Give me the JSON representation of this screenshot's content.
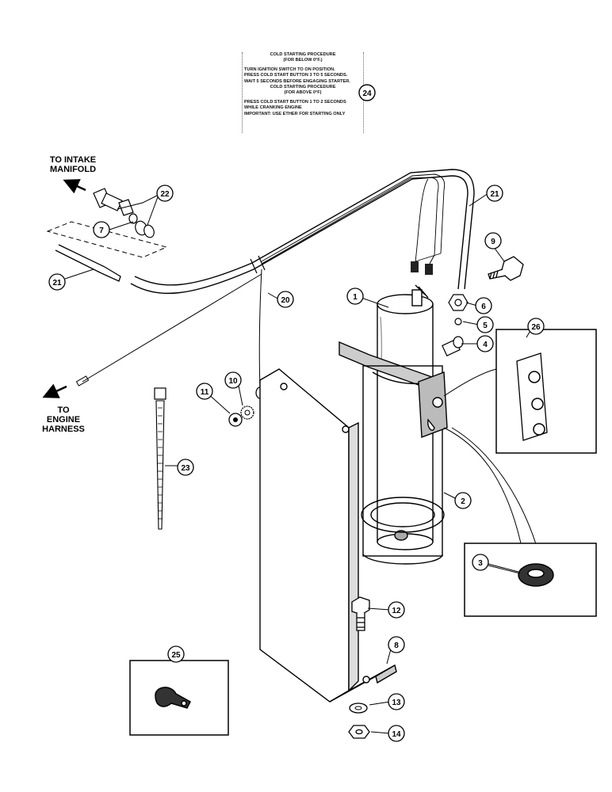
{
  "decal": {
    "line1": "COLD STARTING PROCEDURE",
    "line2": "(FOR BELOW 0°F.)",
    "line3": "TURN IGNITION SWITCH TO ON POSITION.",
    "line4": "PRESS COLD START BUTTON 3 TO 5 SECONDS.",
    "line5": "WAIT 5 SECONDS BEFORE ENGAGING STARTER.",
    "line6": "COLD STARTING PROCEDURE",
    "line7": "(FOR ABOVE 0°F)",
    "line8": "PRESS COLD START BUTTON 1 TO 2 SECONDS",
    "line9": "WHILE CRANKING ENGINE",
    "line10": "IMPORTANT: USE ETHER FOR STARTING ONLY"
  },
  "labels": {
    "to_intake_line1": "TO INTAKE",
    "to_intake_line2": "MANIFOLD",
    "to_engine_line1": "TO",
    "to_engine_line2": "ENGINE",
    "to_engine_line3": "HARNESS"
  },
  "callouts": {
    "c1": "1",
    "c2": "2",
    "c3": "3",
    "c4": "4",
    "c5": "5",
    "c6": "6",
    "c7": "7",
    "c8": "8",
    "c9": "9",
    "c10": "10",
    "c11": "11",
    "c12": "12",
    "c13": "13",
    "c14": "14",
    "c20": "20",
    "c21a": "21",
    "c21b": "21",
    "c22": "22",
    "c23": "23",
    "c24": "24",
    "c25": "25",
    "c26": "26"
  }
}
